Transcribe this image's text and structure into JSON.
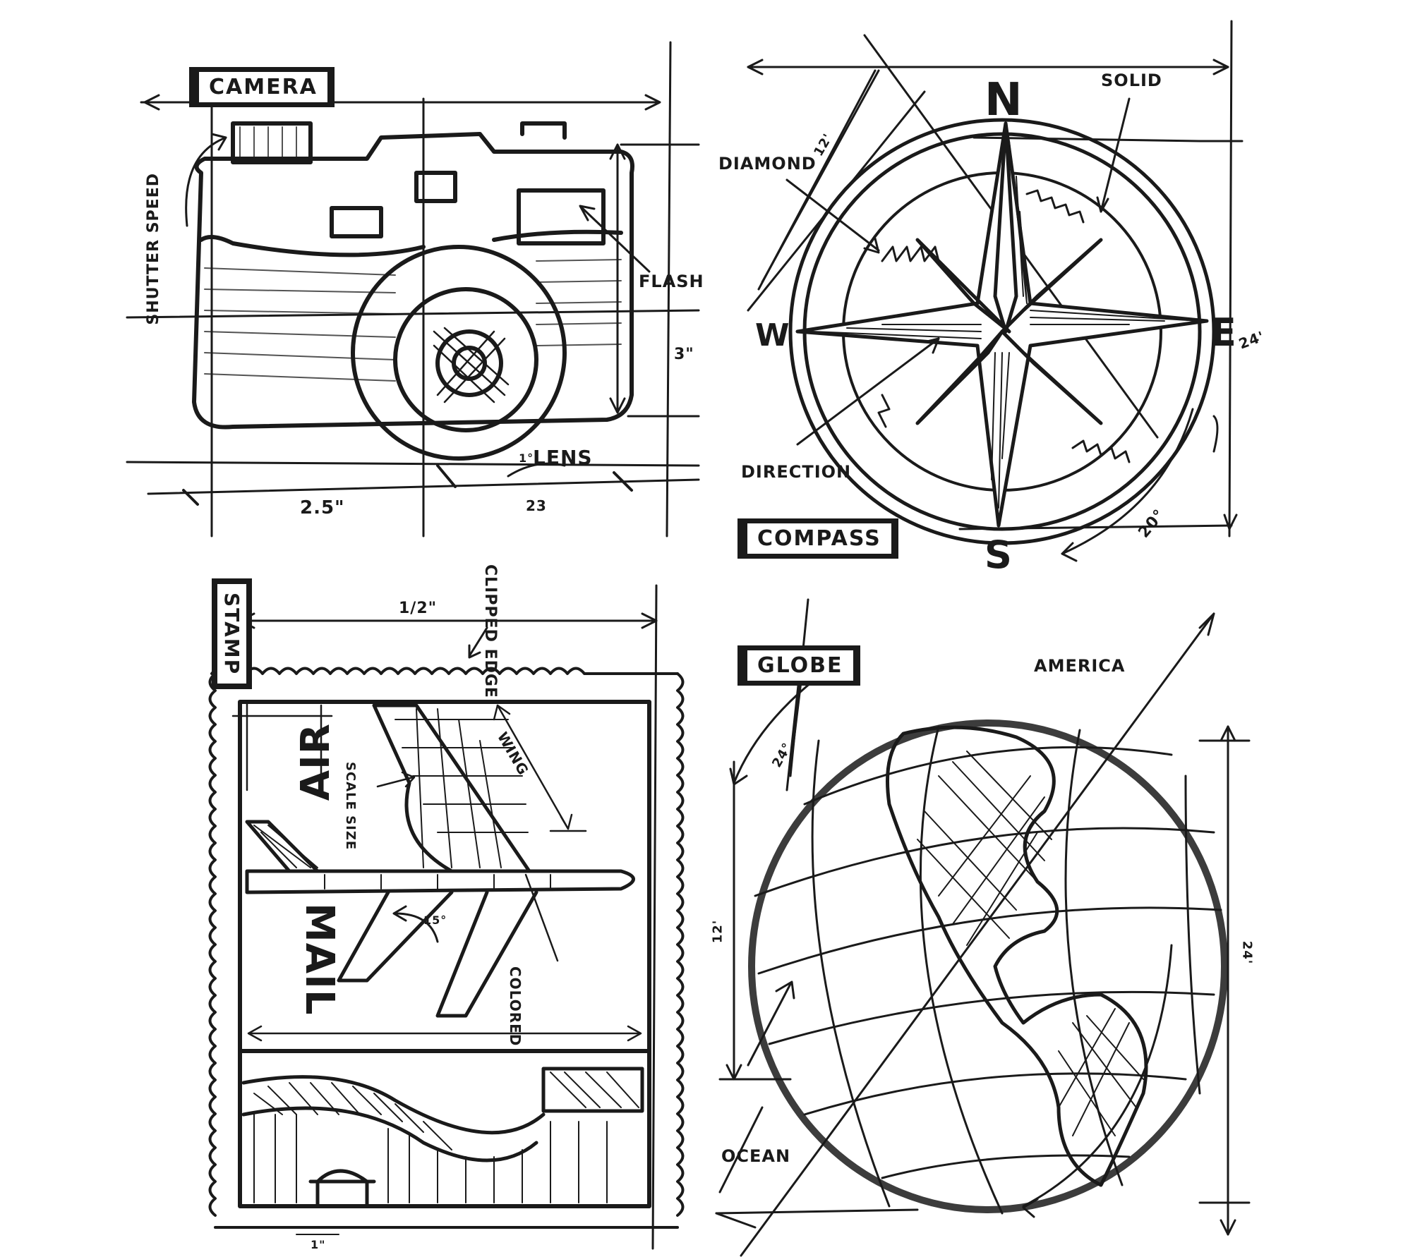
{
  "image": {
    "style": "hand-drawn blueprint sketch",
    "ink_color": "#1a1a1a",
    "background_color": "#ffffff"
  },
  "camera": {
    "title": "CAMERA",
    "callouts": {
      "shutter_line1": "SHUTTER",
      "shutter_line2": "SPEED",
      "flash": "FLASH",
      "lens": "LENS",
      "lens_angle": "1°"
    },
    "dimensions": {
      "width_left": "2.5\"",
      "width_right": "23",
      "height": "3\""
    }
  },
  "compass": {
    "title": "COMPASS",
    "cardinals": {
      "n": "N",
      "e": "E",
      "s": "S",
      "w": "W"
    },
    "callouts": {
      "diamond": "DIAMOND",
      "solid": "SOLID",
      "direction": "DIRECTION"
    },
    "dimensions": {
      "diag": "12'",
      "height": "24'",
      "angle": "20°"
    }
  },
  "stamp": {
    "title": "STAMP",
    "callouts": {
      "clipped_line1": "CLIPPED",
      "clipped_line2": "EDGE",
      "wing": "WING",
      "scale_line1": "SCALE",
      "scale_line2": "SIZE",
      "colored": "COLORED"
    },
    "text": {
      "air": "AIR",
      "mail": "MAIL"
    },
    "dimensions": {
      "top_width": "1/2\"",
      "angle": "15°",
      "bottom": "1\""
    }
  },
  "globe": {
    "title": "GLOBE",
    "callouts": {
      "america": "AMERICA",
      "ocean": "OCEAN"
    },
    "dimensions": {
      "arc": "24°",
      "left_height": "12'",
      "right_height": "24'"
    }
  }
}
